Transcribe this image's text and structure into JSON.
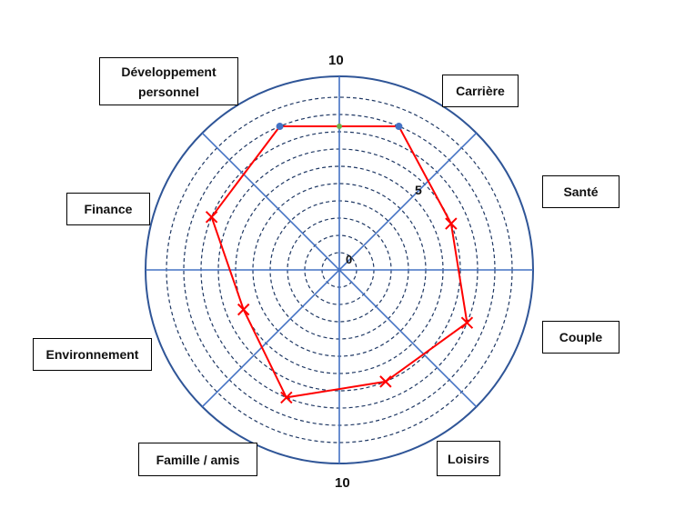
{
  "diagram": {
    "scale": {
      "top": "10",
      "bottom": "10",
      "mid": "5",
      "center": "0"
    },
    "categories": [
      {
        "key": "carriere",
        "label": "Carrière"
      },
      {
        "key": "sante",
        "label": "Santé"
      },
      {
        "key": "couple",
        "label": "Couple"
      },
      {
        "key": "loisirs",
        "label": "Loisirs"
      },
      {
        "key": "famille",
        "label": "Famille / amis"
      },
      {
        "key": "environnement",
        "label": "Environnement"
      },
      {
        "key": "finance",
        "label": "Finance"
      },
      {
        "key": "developpement",
        "label": "Développement personnel"
      }
    ],
    "colors": {
      "circle": "#2f5597",
      "axis": "#4472c4",
      "polygon": "#ff0000",
      "endpoint_marker": "#4472c4",
      "midpoint_marker": "#70ad47"
    }
  },
  "chart_data": {
    "type": "radar",
    "max": 10,
    "rings": 10,
    "categories": [
      "Développement personnel",
      "Carrière",
      "Santé",
      "Couple",
      "Loisirs",
      "Famille / amis",
      "Environnement",
      "Finance"
    ],
    "values": [
      9,
      9,
      7,
      8,
      7,
      8,
      6,
      8
    ]
  }
}
